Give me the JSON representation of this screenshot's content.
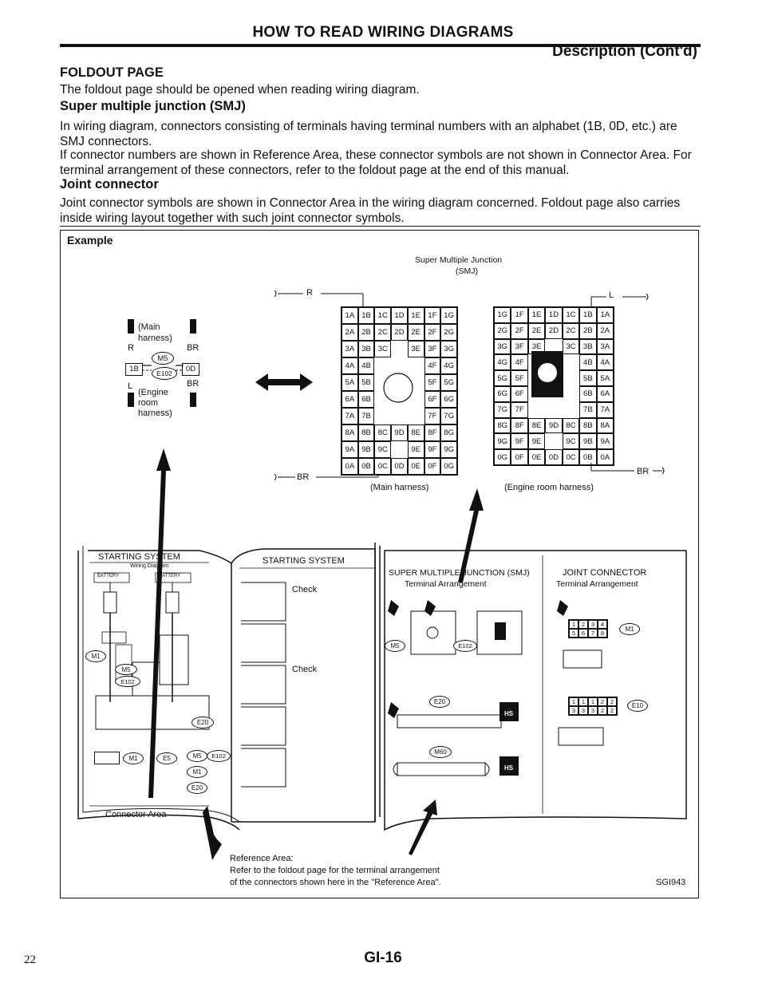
{
  "header": {
    "title": "HOW TO READ WIRING DIAGRAMS",
    "subtitle": "Description (Cont'd)"
  },
  "sections": {
    "foldout": {
      "heading": "FOLDOUT PAGE",
      "text": "The foldout page should be opened when reading wiring diagram."
    },
    "smj": {
      "heading": "Super multiple junction (SMJ)",
      "p1": "In wiring diagram, connectors consisting of terminals having terminal numbers with an alphabet (1B, 0D, etc.) are SMJ connectors.",
      "p2": "If connector numbers are shown in Reference Area, these connector symbols are not shown in Connector Area. For terminal arrangement of these connectors, refer to the foldout page at the end of this manual."
    },
    "joint": {
      "heading": "Joint connector",
      "text": "Joint connector symbols are shown in Connector Area in the wiring diagram concerned. Foldout page also carries inside wiring layout together with such joint connector symbols."
    }
  },
  "example": {
    "label": "Example",
    "smj_title_1": "Super Multiple Junction",
    "smj_title_2": "(SMJ)",
    "harness_main_1": "(Main",
    "harness_main_2": "harness)",
    "harness_engine_1": "(Engine",
    "harness_engine_2": "room",
    "harness_engine_3": "harness)",
    "wire_r": "R",
    "wire_br": "BR",
    "wire_l": "L",
    "conn_1b": "1B",
    "conn_0d": "0D",
    "conn_m5": "M5",
    "conn_e102": "E102",
    "main_harness_caption": "(Main harness)",
    "engine_harness_caption": "(Engine room harness)",
    "main_grid": [
      [
        "1A",
        "1B",
        "1C",
        "1D",
        "1E",
        "1F",
        "1G"
      ],
      [
        "2A",
        "2B",
        "2C",
        "2D",
        "2E",
        "2F",
        "2G"
      ],
      [
        "3A",
        "3B",
        "3C",
        "",
        "3E",
        "3F",
        "3G"
      ],
      [
        "4A",
        "4B",
        "",
        "",
        "",
        "4F",
        "4G"
      ],
      [
        "5A",
        "5B",
        "",
        "",
        "",
        "5F",
        "5G"
      ],
      [
        "6A",
        "6B",
        "",
        "",
        "",
        "6F",
        "6G"
      ],
      [
        "7A",
        "7B",
        "",
        "",
        "",
        "7F",
        "7G"
      ],
      [
        "8A",
        "8B",
        "8C",
        "9D",
        "8E",
        "8F",
        "8G"
      ],
      [
        "9A",
        "9B",
        "9C",
        "",
        "9E",
        "9F",
        "9G"
      ],
      [
        "0A",
        "0B",
        "0C",
        "0D",
        "0E",
        "0F",
        "0G"
      ]
    ],
    "engine_grid": [
      [
        "1G",
        "1F",
        "1E",
        "1D",
        "1C",
        "1B",
        "1A"
      ],
      [
        "2G",
        "2F",
        "2E",
        "2D",
        "2C",
        "2B",
        "2A"
      ],
      [
        "3G",
        "3F",
        "3E",
        "",
        "3C",
        "3B",
        "3A"
      ],
      [
        "4G",
        "4F",
        "",
        "",
        "",
        "4B",
        "4A"
      ],
      [
        "5G",
        "5F",
        "",
        "",
        "",
        "5B",
        "5A"
      ],
      [
        "6G",
        "6F",
        "",
        "",
        "",
        "6B",
        "6A"
      ],
      [
        "7G",
        "7F",
        "",
        "",
        "",
        "7B",
        "7A"
      ],
      [
        "8G",
        "8F",
        "8E",
        "9D",
        "8C",
        "8B",
        "8A"
      ],
      [
        "9G",
        "9F",
        "9E",
        "",
        "9C",
        "9B",
        "9A"
      ],
      [
        "0G",
        "0F",
        "0E",
        "0D",
        "0C",
        "0B",
        "0A"
      ]
    ],
    "book": {
      "left_title": "STARTING SYSTEM",
      "left_sub": "Wiring Diagram",
      "battery": "BATTERY",
      "conn_m1": "M1",
      "conn_e20": "E20",
      "conn_e5": "E5",
      "connector_area": "Connector Area",
      "mid_title": "STARTING SYSTEM",
      "check_1": "Check",
      "check_2": "Check",
      "smj_header": "SUPER MULTIPLE JUNCTION (SMJ)",
      "smj_sub": "Terminal Arrangement",
      "joint_header": "JOINT CONNECTOR",
      "joint_sub": "Terminal Arrangement",
      "conn_m60": "M60",
      "conn_e10": "E10",
      "hs": "HS",
      "jc_row1": [
        "1",
        "2",
        "3",
        "4"
      ],
      "jc_row2": [
        "5",
        "6",
        "7",
        "8"
      ],
      "jc2_row1": [
        "1",
        "1",
        "1",
        "2",
        "2"
      ],
      "jc2_row2": [
        "3",
        "3",
        "3",
        "2",
        "2"
      ]
    },
    "reference_1": "Reference Area:",
    "reference_2": "Refer to the foldout page for the terminal arrangement",
    "reference_3": "of the connectors shown here in the \"Reference Area\".",
    "code": "SGI943"
  },
  "footer": {
    "page_number": "22",
    "page_code": "GI-16"
  }
}
